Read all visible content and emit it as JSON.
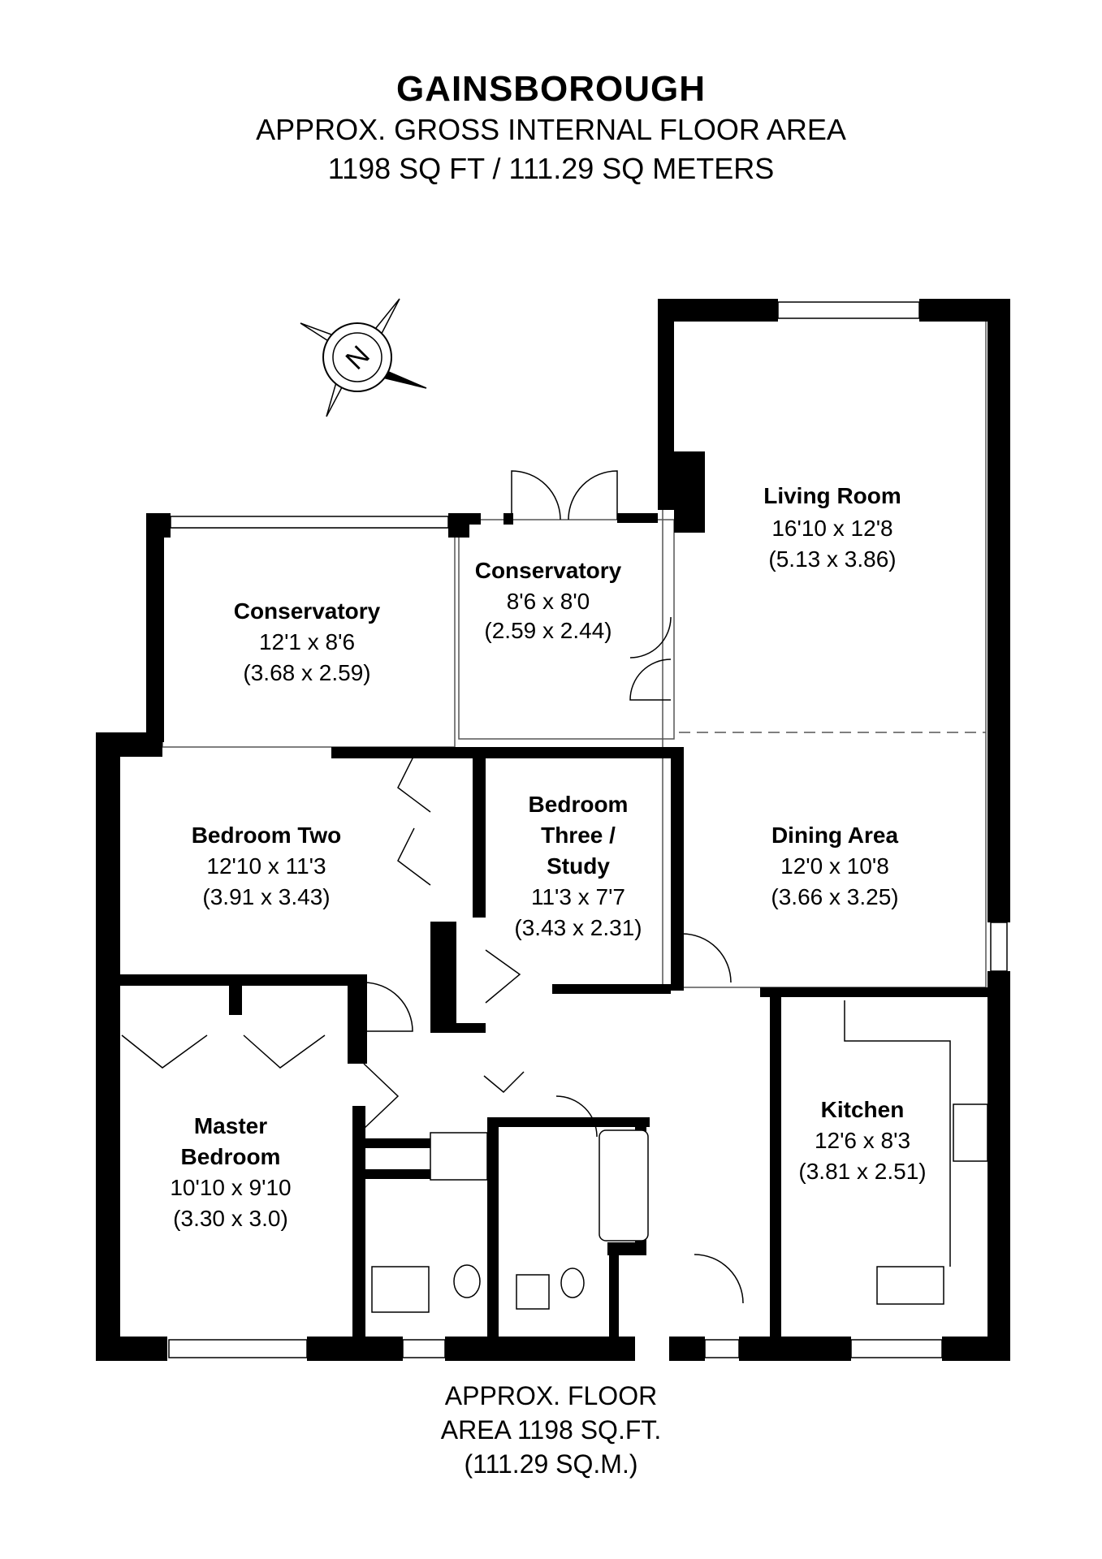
{
  "header": {
    "title": "GAINSBOROUGH",
    "subtitle_line1": "APPROX. GROSS INTERNAL FLOOR AREA",
    "subtitle_line2": "1198 SQ FT / 111.29 SQ METERS"
  },
  "compass": {
    "label": "N",
    "icon": "compass-icon"
  },
  "rooms": {
    "living_room": {
      "name": "Living Room",
      "imperial": "16'10 x 12'8",
      "metric": "(5.13 x 3.86)"
    },
    "conservatory_small": {
      "name": "Conservatory",
      "imperial": "8'6 x 8'0",
      "metric": "(2.59 x 2.44)"
    },
    "conservatory_large": {
      "name": "Conservatory",
      "imperial": "12'1 x 8'6",
      "metric": "(3.68 x 2.59)"
    },
    "bedroom_two": {
      "name": "Bedroom Two",
      "imperial": "12'10 x 11'3",
      "metric": "(3.91 x 3.43)"
    },
    "bedroom_three": {
      "name_line1": "Bedroom",
      "name_line2": "Three /",
      "name_line3": "Study",
      "imperial": "11'3 x 7'7",
      "metric": "(3.43 x 2.31)"
    },
    "dining_area": {
      "name": "Dining Area",
      "imperial": "12'0 x 10'8",
      "metric": "(3.66 x 3.25)"
    },
    "master_bedroom": {
      "name_line1": "Master",
      "name_line2": "Bedroom",
      "imperial": "10'10 x 9'10",
      "metric": "(3.30 x 3.0)"
    },
    "kitchen": {
      "name": "Kitchen",
      "imperial": "12'6 x 8'3",
      "metric": "(3.81 x 2.51)"
    }
  },
  "footer": {
    "line1": "APPROX. FLOOR",
    "line2": "AREA 1198 SQ.FT.",
    "line3": "(111.29 SQ.M.)"
  },
  "colors": {
    "wall": "#000000",
    "background": "#ffffff",
    "line": "#555555"
  }
}
